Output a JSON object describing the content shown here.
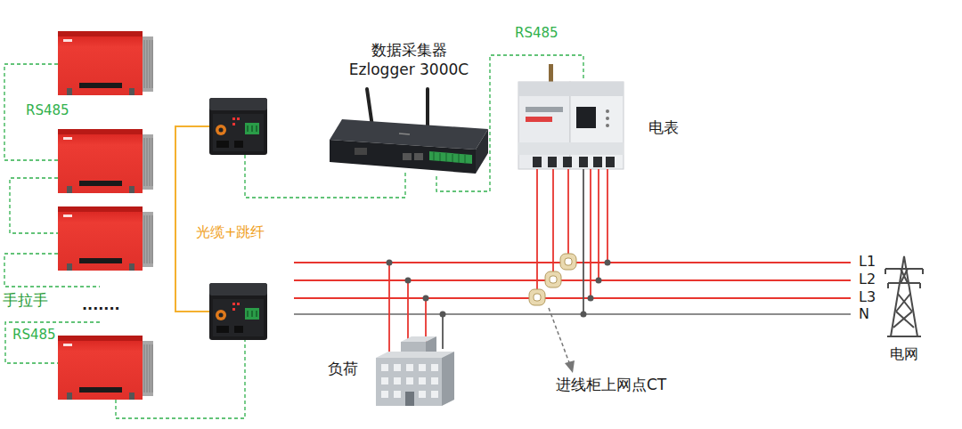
{
  "diagram": {
    "nodes": [
      {
        "text": [
          "数据采集器",
          "Ezlogger 3000C"
        ]
      },
      {
        "text": [
          "电表"
        ]
      },
      {
        "text": [
          "负荷"
        ]
      },
      {
        "text": [
          "电网"
        ]
      }
    ],
    "edges": [
      {
        "from": 0,
        "to": 1,
        "label": "RS485",
        "arrow": "none"
      }
    ],
    "labels": [
      "RS485",
      "光缆+跳纤",
      "手拉手",
      ".......",
      "RS485",
      "L1",
      "L2",
      "L3",
      "N",
      "进线柜上网点CT"
    ]
  }
}
